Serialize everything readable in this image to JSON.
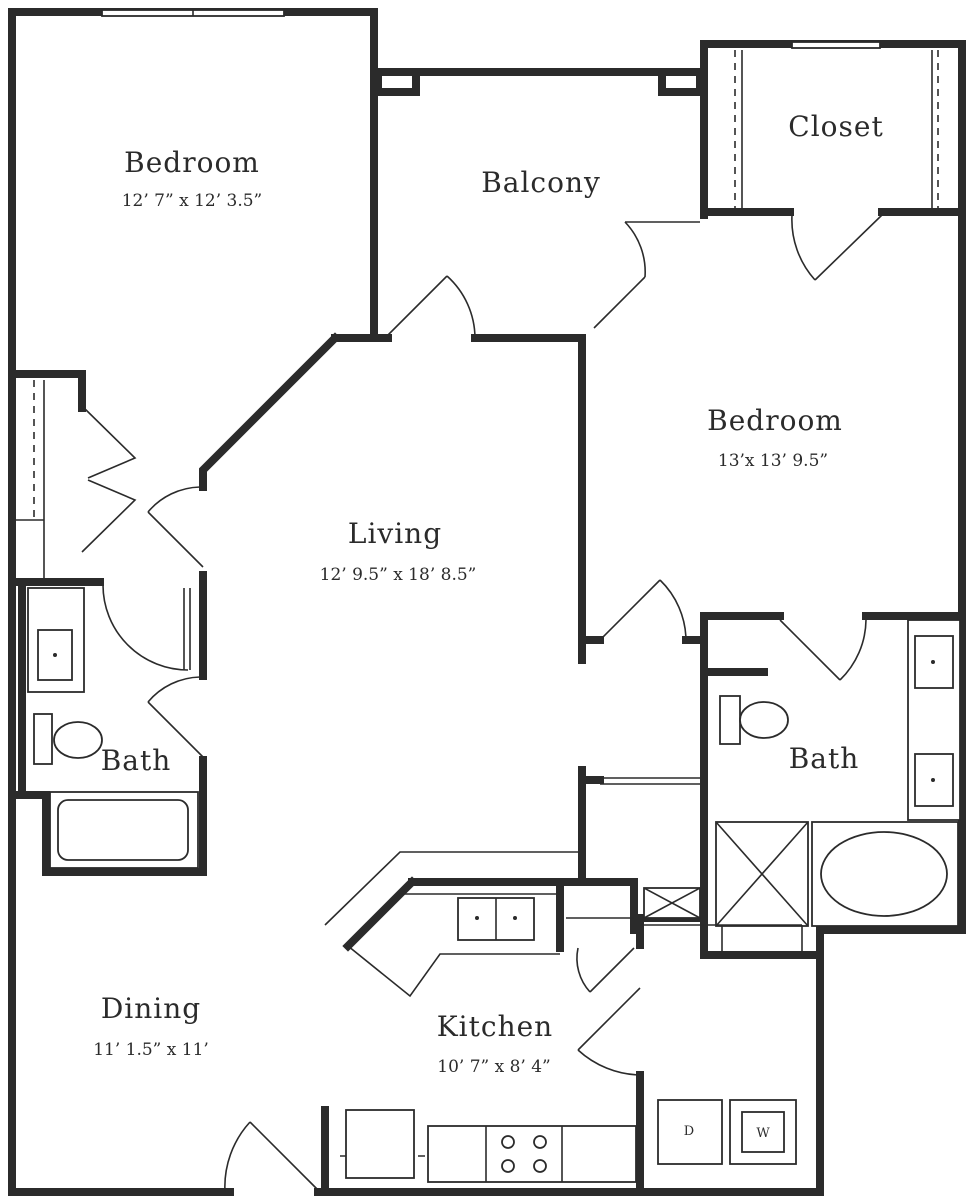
{
  "rooms": {
    "bedroom1": {
      "name": "Bedroom",
      "size": "12’ 7” x 12’ 3.5”"
    },
    "balcony": {
      "name": "Balcony"
    },
    "closet": {
      "name": "Closet"
    },
    "bedroom2": {
      "name": "Bedroom",
      "size": "13’x 13’ 9.5”"
    },
    "living": {
      "name": "Living",
      "size": "12’ 9.5” x 18’ 8.5”"
    },
    "bath1": {
      "name": "Bath"
    },
    "bath2": {
      "name": "Bath"
    },
    "dining": {
      "name": "Dining",
      "size": "11’ 1.5” x 11’"
    },
    "kitchen": {
      "name": "Kitchen",
      "size": "10’ 7” x 8’ 4”"
    }
  },
  "appliances": {
    "dryer": "D",
    "washer": "W"
  },
  "colors": {
    "wall": "#2b2b2b",
    "background": "#ffffff"
  }
}
